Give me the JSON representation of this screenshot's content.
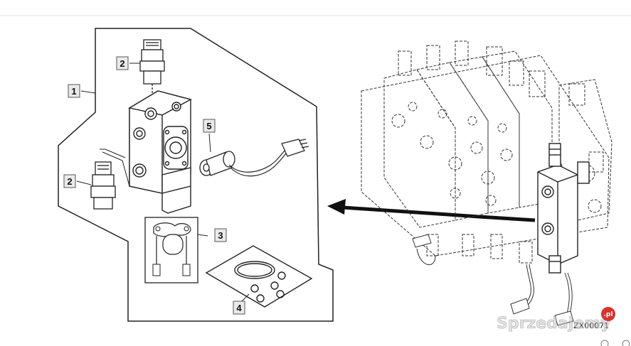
{
  "diagram": {
    "callouts": [
      {
        "id": "callout-1",
        "label": "1"
      },
      {
        "id": "callout-2-top",
        "label": "2"
      },
      {
        "id": "callout-2-bottom",
        "label": "2"
      },
      {
        "id": "callout-3",
        "label": "3"
      },
      {
        "id": "callout-4",
        "label": "4"
      },
      {
        "id": "callout-5",
        "label": "5"
      }
    ],
    "reference_code": "ZX00071",
    "colors": {
      "line": "#222222",
      "callout_box_fill": "#eaeaea",
      "callout_box_stroke": "#555555",
      "arrow": "#111111",
      "watermark_badge": "#d9332b"
    }
  },
  "watermark": {
    "brand": "Sprzedajemy",
    "badge": ".pl"
  }
}
